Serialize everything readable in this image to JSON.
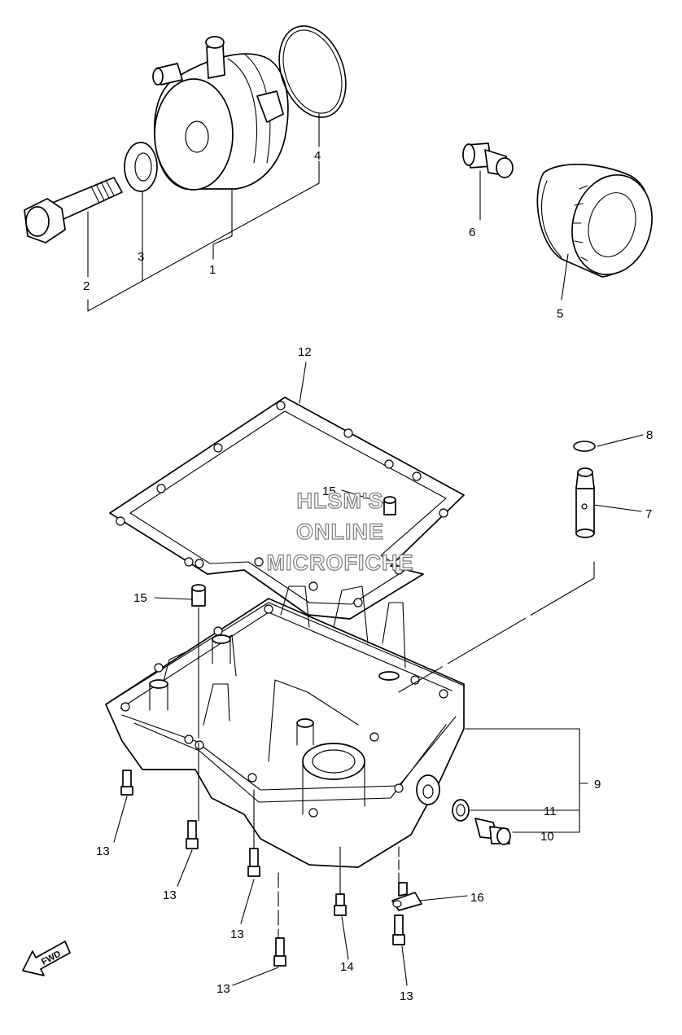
{
  "diagram": {
    "callouts": {
      "c1": "1",
      "c2": "2",
      "c3": "3",
      "c4": "4",
      "c5": "5",
      "c6": "6",
      "c7": "7",
      "c8": "8",
      "c9": "9",
      "c10": "10",
      "c11": "11",
      "c12": "12",
      "c13a": "13",
      "c13b": "13",
      "c13c": "13",
      "c13d": "13",
      "c13e": "13",
      "c14": "14",
      "c15a": "15",
      "c15b": "15",
      "c16": "16"
    },
    "watermark": [
      "HLSM'S",
      "ONLINE",
      "MICROFICHE"
    ],
    "direction_badge": "FWD"
  },
  "colors": {
    "line": "#000000",
    "background": "#ffffff",
    "watermark_outline": "#7a7a7a"
  }
}
